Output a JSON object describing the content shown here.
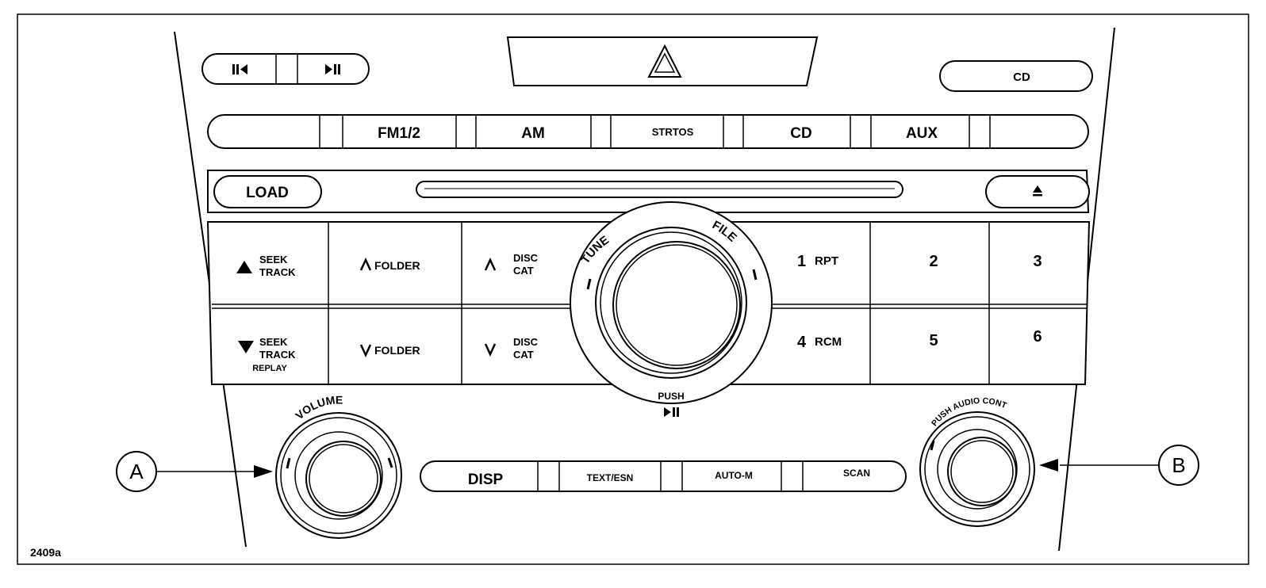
{
  "figure_id": "2409a",
  "hazard_icon": "warning-triangle-icon",
  "track_buttons": {
    "prev_icon": "skip-back-icon",
    "next_icon": "skip-forward-icon"
  },
  "top_cd_button": "CD",
  "source_buttons": [
    "FM1/2",
    "AM",
    "STRTOS",
    "CD",
    "AUX"
  ],
  "load_button": "LOAD",
  "eject_icon": "eject-icon",
  "seek_up": {
    "line1": "SEEK",
    "line2": "TRACK"
  },
  "seek_down": {
    "line1": "SEEK",
    "line2": "TRACK",
    "line3": "REPLAY"
  },
  "folder_up": "FOLDER",
  "folder_down": "FOLDER",
  "disc_up": {
    "line1": "DISC",
    "line2": "CAT"
  },
  "disc_down": {
    "line1": "DISC",
    "line2": "CAT"
  },
  "tune_label": "TUNE",
  "file_label": "FILE",
  "push_label": "PUSH",
  "preset_1": {
    "number": "1",
    "label": "RPT"
  },
  "preset_2": "2",
  "preset_3": "3",
  "preset_4": {
    "number": "4",
    "label": "RCM"
  },
  "preset_5": "5",
  "preset_6": "6",
  "volume_label": "VOLUME",
  "audio_cont_label": "PUSH AUDIO CONT",
  "bottom_buttons": [
    "DISP",
    "TEXT/ESN",
    "AUTO-M",
    "SCAN"
  ],
  "callouts": {
    "a": "A",
    "b": "B"
  }
}
